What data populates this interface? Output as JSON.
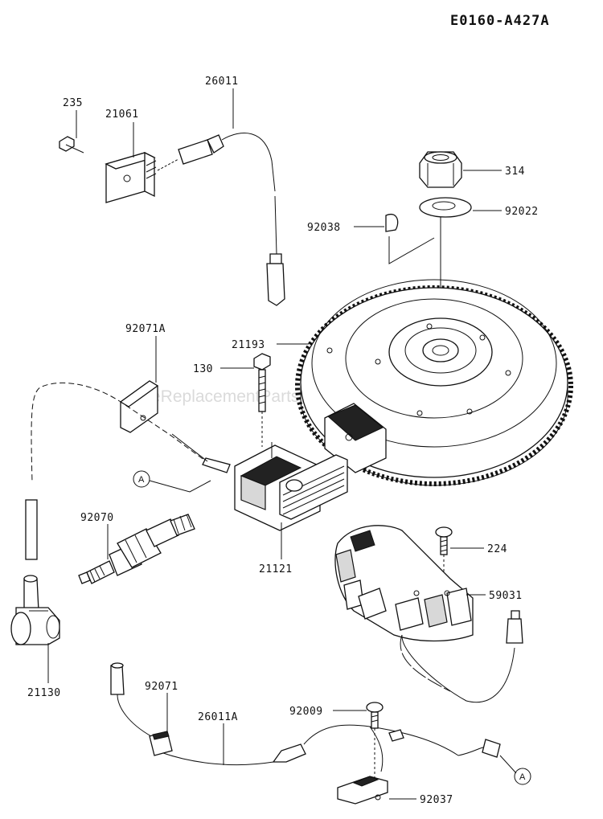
{
  "diagram_code": "E0160-A427A",
  "watermark": "eReplacementParts.com",
  "callout_letter": "A",
  "parts": {
    "p235": "235",
    "p21061": "21061",
    "p26011": "26011",
    "p314": "314",
    "p92022": "92022",
    "p92038": "92038",
    "p92071A": "92071A",
    "p21193": "21193",
    "p130": "130",
    "p92070": "92070",
    "p21121": "21121",
    "p224": "224",
    "p59031": "59031",
    "p21130": "21130",
    "p92071": "92071",
    "p92009": "92009",
    "p26011A": "26011A",
    "p92037": "92037"
  }
}
